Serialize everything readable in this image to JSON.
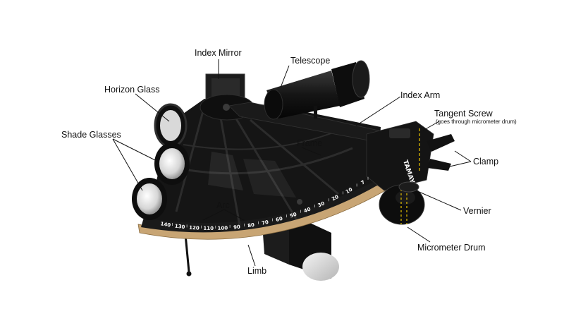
{
  "labels": {
    "index_mirror": "Index Mirror",
    "telescope": "Telescope",
    "horizon_glass": "Horizon Glass",
    "index_arm": "Index Arm",
    "tangent_screw": "Tangent Screw",
    "tangent_screw_note": "(goes through micrometer drum)",
    "shade_glasses": "Shade Glasses",
    "frame": "Frame",
    "clamp": "Clamp",
    "vernier": "Vernier",
    "arc": "Arc",
    "micrometer_drum": "Micrometer Drum",
    "limb": "Limb"
  },
  "arc_scale": [
    "140",
    "130",
    "120",
    "110",
    "100",
    "90",
    "80",
    "70",
    "60",
    "50",
    "40",
    "30",
    "20",
    "10"
  ],
  "arc_scale_end": "7",
  "brand_mark": "TAMAYA",
  "colors": {
    "instrument": "#141414",
    "instrument_highlight": "#2a2a2a",
    "brass_limb": "#c8a574",
    "leader_line": "#111111",
    "drum_dash": "#e6c200"
  }
}
